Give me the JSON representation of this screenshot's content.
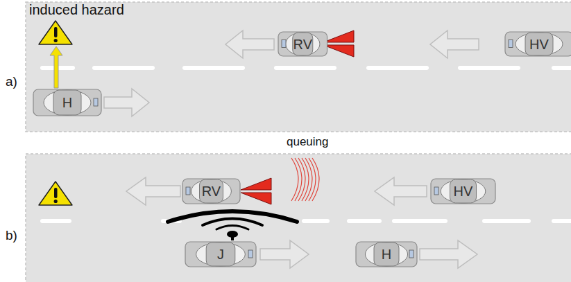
{
  "diagram": {
    "nodes": [
      {
        "text": [
          "RV"
        ]
      },
      {
        "text": [
          "HV"
        ]
      },
      {
        "text": [
          "H"
        ]
      },
      {
        "text": [
          "RV"
        ]
      },
      {
        "text": [
          "HV"
        ]
      },
      {
        "text": [
          "J"
        ]
      },
      {
        "text": [
          "H"
        ]
      }
    ],
    "labels": [
      "induced hazard",
      "a)",
      "queuing",
      "b)"
    ]
  }
}
